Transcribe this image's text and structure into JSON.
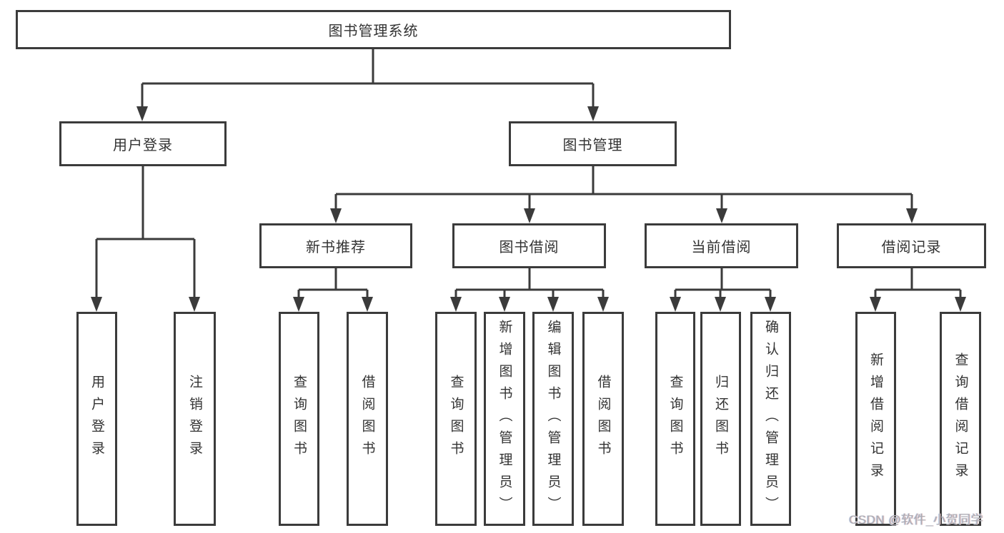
{
  "diagram": {
    "type": "tree",
    "title": "图书管理系统",
    "colors": {
      "line": "#3b3b3b",
      "box_border": "#3b3b3b",
      "text": "#333333",
      "background": "#ffffff",
      "watermark_text": "#abacb4"
    },
    "nodes": {
      "root": {
        "label": "图书管理系统"
      },
      "user_login": {
        "label": "用户登录"
      },
      "book_mgmt": {
        "label": "图书管理"
      },
      "new_book_rec": {
        "label": "新书推荐"
      },
      "book_borrow": {
        "label": "图书借阅"
      },
      "current_borrow": {
        "label": "当前借阅"
      },
      "borrow_records": {
        "label": "借阅记录"
      },
      "leaf_user_login": {
        "label": "用户登录"
      },
      "leaf_logout": {
        "label": "注销登录"
      },
      "leaf_query_book_a": {
        "label": "查询图书"
      },
      "leaf_borrow_book_a": {
        "label": "借阅图书"
      },
      "leaf_query_book_b": {
        "label": "查询图书"
      },
      "leaf_add_book": {
        "label": "新增图书（管理员）"
      },
      "leaf_edit_book": {
        "label": "编辑图书（管理员）"
      },
      "leaf_borrow_book_b": {
        "label": "借阅图书"
      },
      "leaf_query_book_c": {
        "label": "查询图书"
      },
      "leaf_return_book": {
        "label": "归还图书"
      },
      "leaf_confirm_return": {
        "label": "确认归还（管理员）"
      },
      "leaf_add_record": {
        "label": "新增借阅记录"
      },
      "leaf_query_record": {
        "label": "查询借阅记录"
      }
    },
    "edges": [
      [
        "图书管理系统",
        "用户登录"
      ],
      [
        "图书管理系统",
        "图书管理"
      ],
      [
        "用户登录",
        "用户登录"
      ],
      [
        "用户登录",
        "注销登录"
      ],
      [
        "图书管理",
        "新书推荐"
      ],
      [
        "图书管理",
        "图书借阅"
      ],
      [
        "图书管理",
        "当前借阅"
      ],
      [
        "图书管理",
        "借阅记录"
      ],
      [
        "新书推荐",
        "查询图书"
      ],
      [
        "新书推荐",
        "借阅图书"
      ],
      [
        "图书借阅",
        "查询图书"
      ],
      [
        "图书借阅",
        "新增图书（管理员）"
      ],
      [
        "图书借阅",
        "编辑图书（管理员）"
      ],
      [
        "图书借阅",
        "借阅图书"
      ],
      [
        "当前借阅",
        "查询图书"
      ],
      [
        "当前借阅",
        "归还图书"
      ],
      [
        "当前借阅",
        "确认归还（管理员）"
      ],
      [
        "借阅记录",
        "新增借阅记录"
      ],
      [
        "借阅记录",
        "查询借阅记录"
      ]
    ],
    "watermark": {
      "text": "CSDN @软件_小贺同学"
    }
  }
}
